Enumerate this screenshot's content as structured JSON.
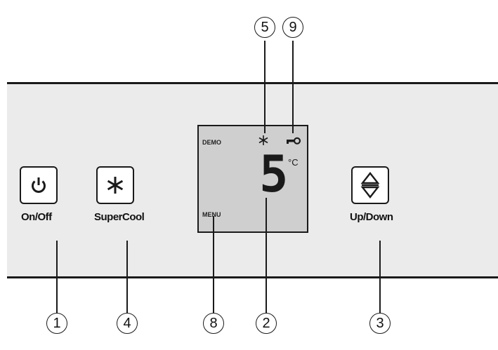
{
  "buttons": {
    "onoff": {
      "label": "On/Off",
      "icon": "power-icon"
    },
    "supercool": {
      "label": "SuperCool",
      "icon": "snowflake-icon"
    },
    "updown": {
      "label": "Up/Down",
      "icon": "up-down-arrows-icon"
    }
  },
  "display": {
    "demo": "DEMO",
    "menu": "MENU",
    "digit": "5",
    "unit": "°C",
    "icons": [
      "snowflake-icon",
      "key-icon"
    ]
  },
  "callouts": {
    "c1": "1",
    "c2": "2",
    "c3": "3",
    "c4": "4",
    "c5": "5",
    "c8": "8",
    "c9": "9"
  },
  "colors": {
    "panel": "#ebebeb",
    "display": "#cfcfcf",
    "line": "#1a1a1a"
  }
}
